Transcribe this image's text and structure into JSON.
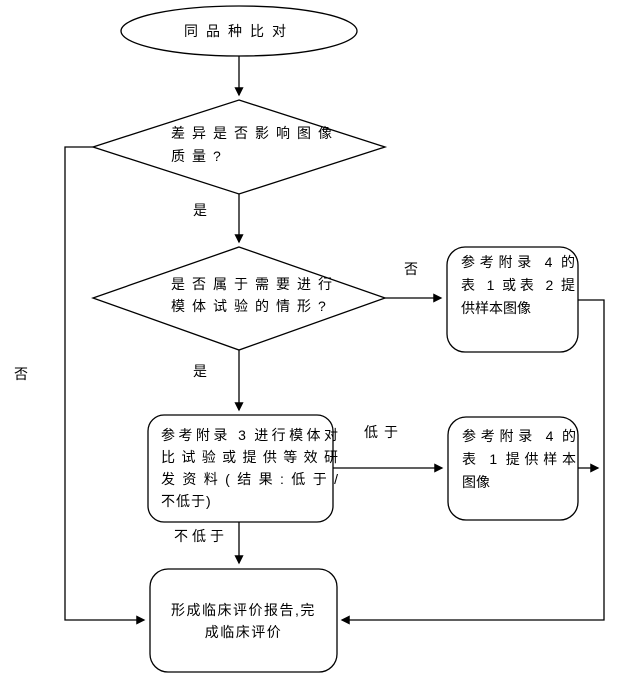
{
  "flowchart": {
    "colors": {
      "stroke": "#000000",
      "fill": "#ffffff",
      "background": "#ffffff"
    },
    "start": {
      "label": "同品种比对"
    },
    "decision_quality": {
      "lines": [
        "差异是否影响图像",
        "质量?"
      ]
    },
    "decision_phantom": {
      "lines": [
        "是否属于需要进行",
        "模体试验的情形?"
      ]
    },
    "box_appendix4_table1or2": {
      "lines": [
        "参考附录 4 的",
        "表 1 或表 2 提",
        "供样本图像"
      ]
    },
    "box_phantom_test": {
      "lines": [
        "参考附录 3 进行模体对",
        "比试验或提供等效研",
        "发资料(结果:低于/",
        "不低于)"
      ]
    },
    "box_appendix4_table1": {
      "lines": [
        "参考附录 4 的",
        "表 1 提供样本",
        "图像"
      ]
    },
    "box_final_report": {
      "lines": [
        "形成临床评价报告,完",
        "成临床评价"
      ]
    },
    "labels": {
      "yes1": "是",
      "yes2": "是",
      "no_top": "否",
      "no_left": "否",
      "lower": "低于",
      "not_lower": "不低于"
    }
  }
}
